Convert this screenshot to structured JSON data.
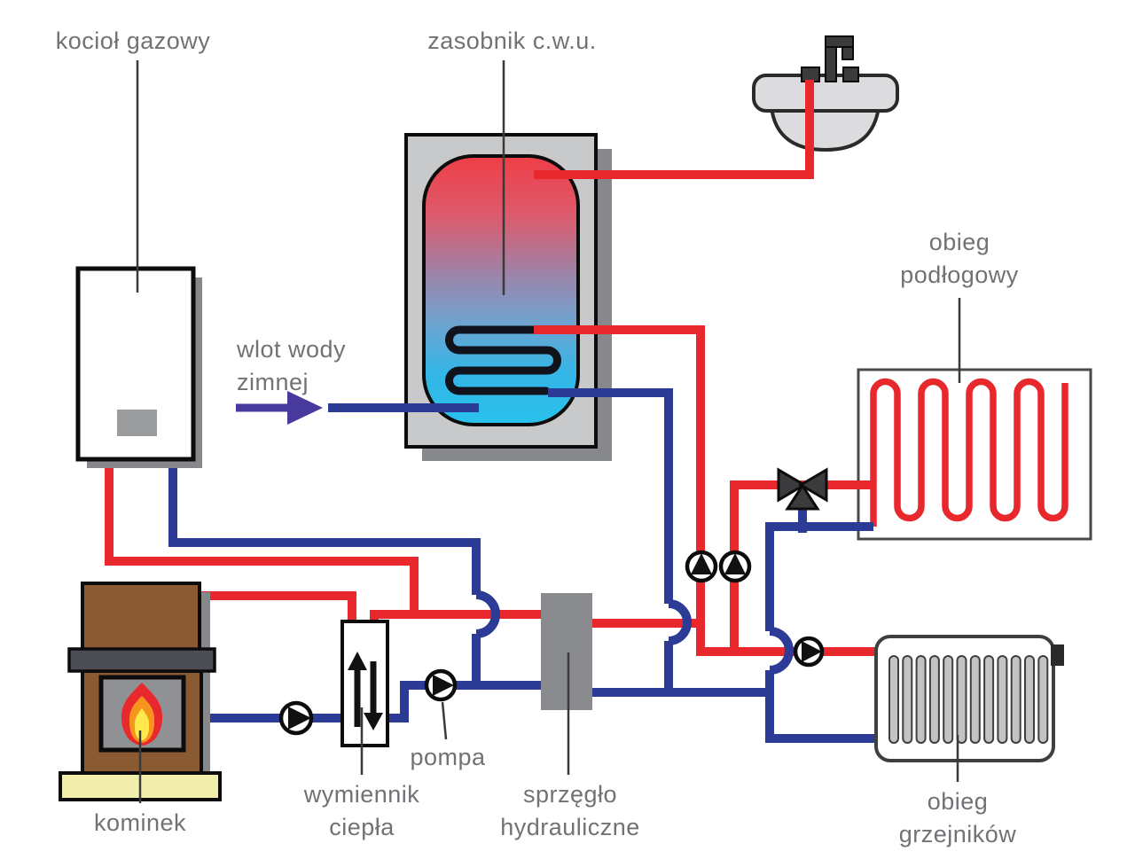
{
  "diagram": {
    "labels": {
      "boiler": "kocioł gazowy",
      "tank": "zasobnik c.w.u.",
      "cold_water_inlet": "wlot wody\nzimnej",
      "floor_circuit": "obieg\npodłogowy",
      "fireplace": "kominek",
      "heat_exchanger": "wymiennik\nciepła",
      "pump": "pompa",
      "hydraulic_separator": "sprzęgło\nhydrauliczne",
      "radiator_circuit": "obieg\ngrzejników"
    },
    "colors": {
      "hot_pipe": "#e8282c",
      "cold_pipe": "#2c3b96",
      "arrow_indigo": "#473a9c",
      "label_text": "#717275",
      "leader_line": "#3a3a3a",
      "equipment_gray": "#8a8b8e",
      "tank_frame": "#c8c9cb",
      "shadow_gray": "#87888b",
      "fireplace_brown": "#8a5a33",
      "mantel_gray": "#4d4d55",
      "firebox_gray": "#909194",
      "hearth_yellow": "#f2efad",
      "flame_orange": "#f7941d",
      "flame_yellow": "#ffe94d",
      "metal_dark": "#3b3b3d",
      "radiator_fin": "#c2c3c5",
      "sink_gray": "#dcdcde",
      "tank_hot_top": "#ee3e47",
      "tank_cold_bottom": "#29c1ec"
    }
  }
}
